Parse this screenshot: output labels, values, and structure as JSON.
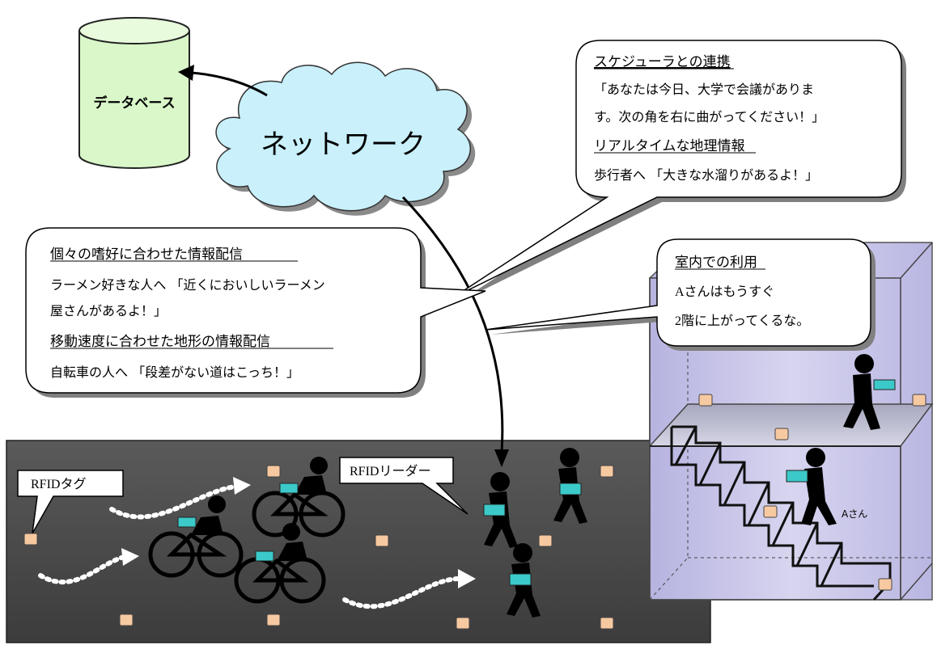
{
  "database": {
    "label": "データベース"
  },
  "network": {
    "label": "ネットワーク"
  },
  "bubble_scheduler": {
    "heading1": "スケジューラとの連携",
    "line1": "「あなたは今日、大学で会議がありま",
    "line2": "す。次の角を右に曲がってください！」",
    "heading2": "リアルタイムな地理情報",
    "line3": "歩行者へ 「大きな水溜りがあるよ！」"
  },
  "bubble_preference": {
    "heading1": "個々の嗜好に合わせた情報配信",
    "line1": "ラーメン好きな人へ 「近くにおいしいラーメン",
    "line2": "屋さんがあるよ！」",
    "heading2": "移動速度に合わせた地形の情報配信",
    "line3": "自転車の人へ 「段差がない道はこっち！」"
  },
  "bubble_indoor": {
    "heading": "室内での利用",
    "line1": "Aさんはもうすぐ",
    "line2": "2階に上がってくるな。"
  },
  "callout_tag": {
    "label": "RFIDタグ"
  },
  "callout_reader": {
    "label": "RFIDリーダー"
  },
  "person_a_label": "Aさん",
  "colors": {
    "database_fill": "#d9f7c9",
    "cloud_fill": "#c9f0fb",
    "ground": "#4a4a4a",
    "building_fill": "#c4c2e6",
    "tag_fill": "#f7c9a1",
    "reader_fill": "#3cc9c9"
  }
}
